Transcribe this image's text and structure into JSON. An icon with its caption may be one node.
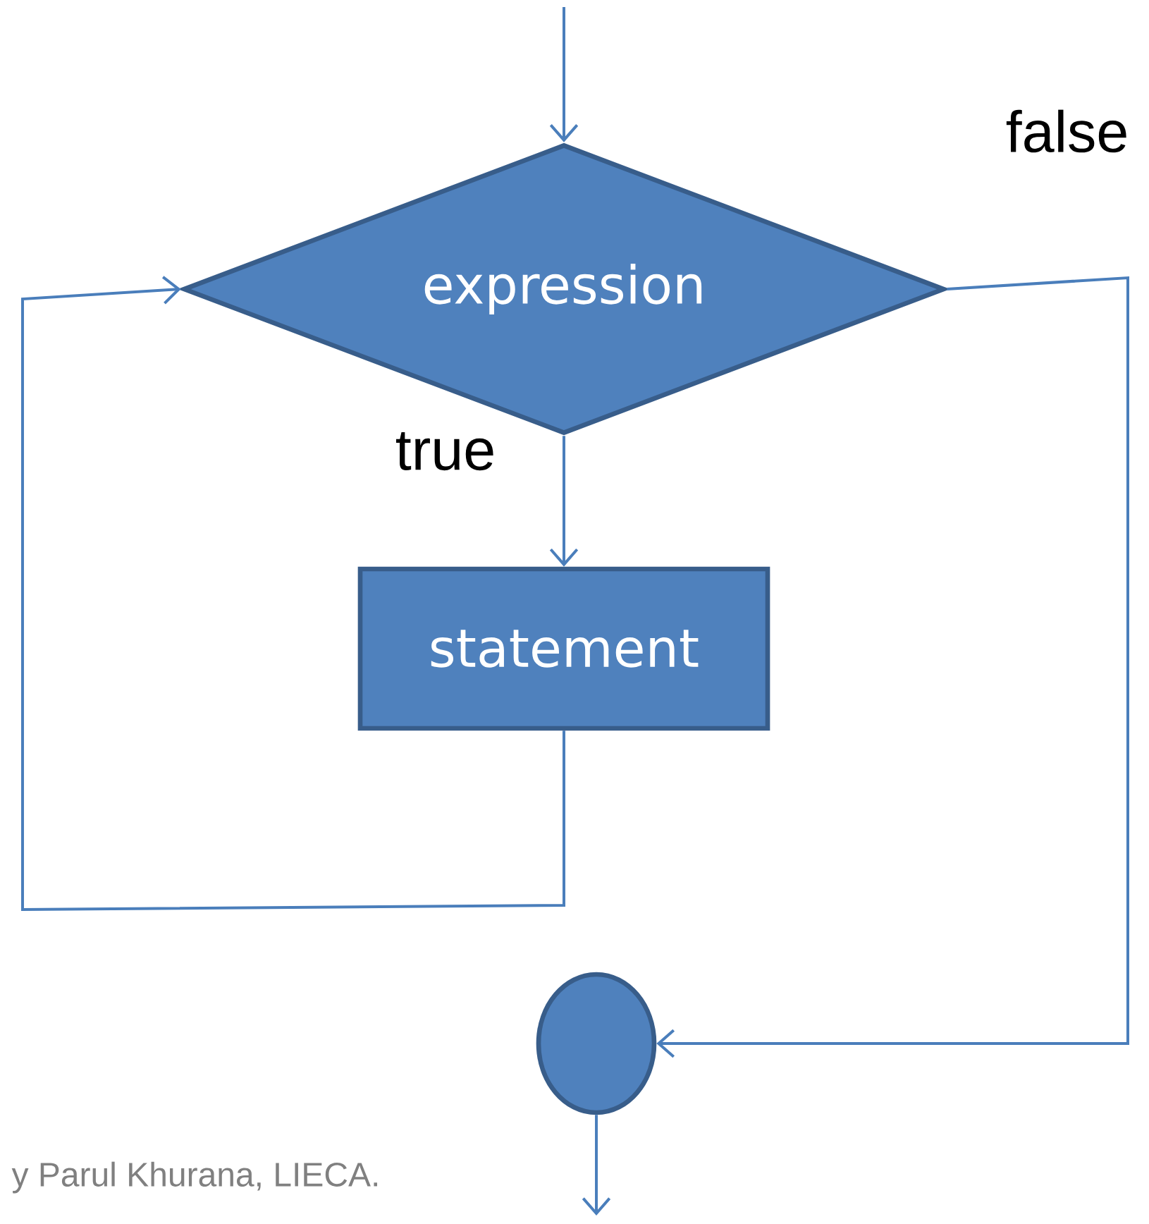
{
  "diagram": {
    "nodes": [
      {
        "text": [
          "expression"
        ]
      },
      {
        "text": [
          "statement"
        ]
      },
      {
        "text": [],
        "shape": "circle"
      }
    ],
    "edges": [
      {
        "from": null,
        "to": 0,
        "arrow": "to"
      },
      {
        "from": 0,
        "to": 1,
        "arrow": "to",
        "label": "true"
      },
      {
        "from": 1,
        "to": 0,
        "arrow": "to"
      },
      {
        "from": 0,
        "to": 2,
        "arrow": "to",
        "label": "false"
      },
      {
        "from": 2,
        "to": null,
        "arrow": "to"
      }
    ],
    "labels": [
      "y Parul Khurana, LIECA."
    ]
  }
}
